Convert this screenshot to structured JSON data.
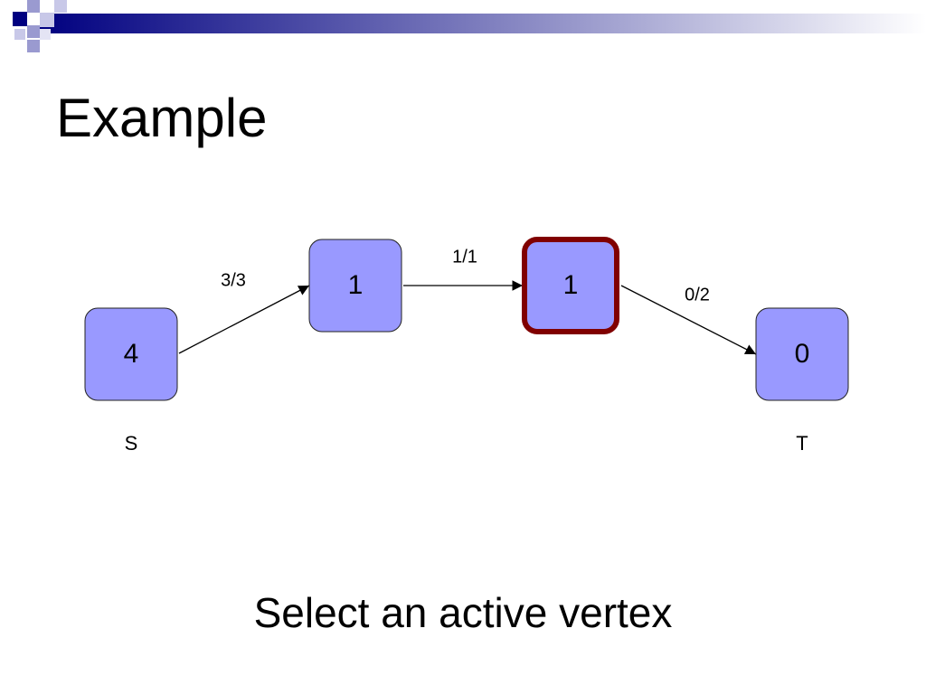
{
  "slide": {
    "title": "Example",
    "caption": "Select an active vertex"
  },
  "colors": {
    "node_fill": "#9999ff",
    "active_outline": "#800000",
    "header_dark": "#000080"
  },
  "graph": {
    "nodes": [
      {
        "id": "s",
        "value": "4",
        "role": "S",
        "active": false
      },
      {
        "id": "a",
        "value": "1",
        "role": "",
        "active": false
      },
      {
        "id": "b",
        "value": "1",
        "role": "",
        "active": true
      },
      {
        "id": "t",
        "value": "0",
        "role": "T",
        "active": false
      }
    ],
    "edges": [
      {
        "from": "s",
        "to": "a",
        "label": "3/3"
      },
      {
        "from": "a",
        "to": "b",
        "label": "1/1"
      },
      {
        "from": "b",
        "to": "t",
        "label": "0/2"
      }
    ]
  }
}
